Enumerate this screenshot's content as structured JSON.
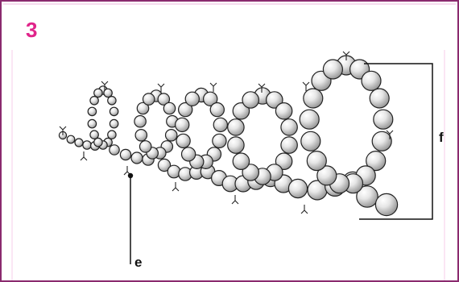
{
  "figure": {
    "number": "3",
    "labels": {
      "e": "e",
      "f": "f"
    }
  },
  "colors": {
    "frame": "#8a2a6e",
    "panel_tint": "#fbe6f4",
    "number": "#e0248a",
    "bead_fill": "#d8d8d8",
    "bead_stroke": "#222222"
  }
}
